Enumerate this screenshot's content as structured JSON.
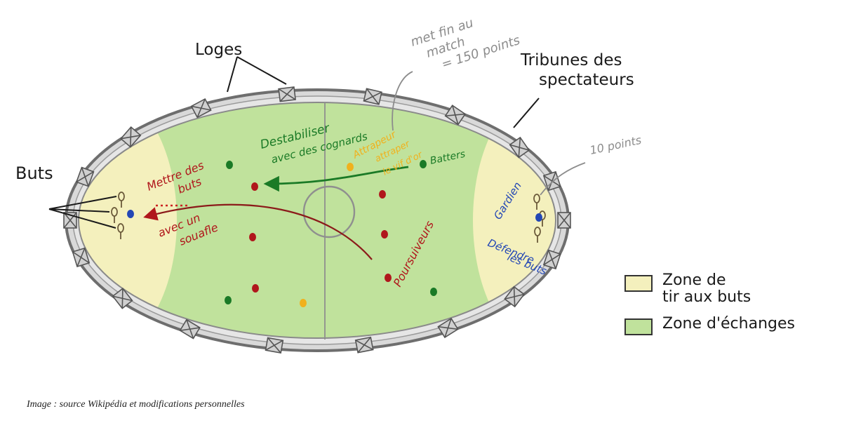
{
  "colors": {
    "shooting_zone": "#f4f0bd",
    "exchange_zone": "#c0e29c",
    "stands": "#d9d9d9",
    "stands_outline": "#6e6e6e",
    "red_team": "#b0171c",
    "green_team": "#1a7a26",
    "blue_team": "#2347b5",
    "yellow": "#f0b11d",
    "grey_note": "#8c8c8c"
  },
  "labels": {
    "loges": "Loges",
    "tribunes_line1": "Tribunes des",
    "tribunes_line2": "spectateurs",
    "buts": "Buts",
    "note_150_line1": "met fin au",
    "note_150_line2": "match",
    "note_150_line3": "= 150 points",
    "note_10": "10 points",
    "destabiliser_line1": "Destabiliser",
    "destabiliser_line2": "avec des cognards",
    "batters": "Batters",
    "attrapeur": "Attrapeur",
    "attraper_line1": "attraper",
    "attraper_line2": "le vif d'or",
    "mettre_line1": "Mettre des",
    "mettre_line2": "buts",
    "souafle_line1": "avec un",
    "souafle_line2": "souafle",
    "poursuiveurs": "Poursuiveurs",
    "gardien": "Gardien",
    "defendre_line1": "Défendre",
    "defendre_line2": "les buts"
  },
  "legend": {
    "shooting_line1": "Zone de",
    "shooting_line2": "tir aux buts",
    "exchange": "Zone d'échanges"
  },
  "caption": "Image : source Wikipédia et modifications personnelles"
}
